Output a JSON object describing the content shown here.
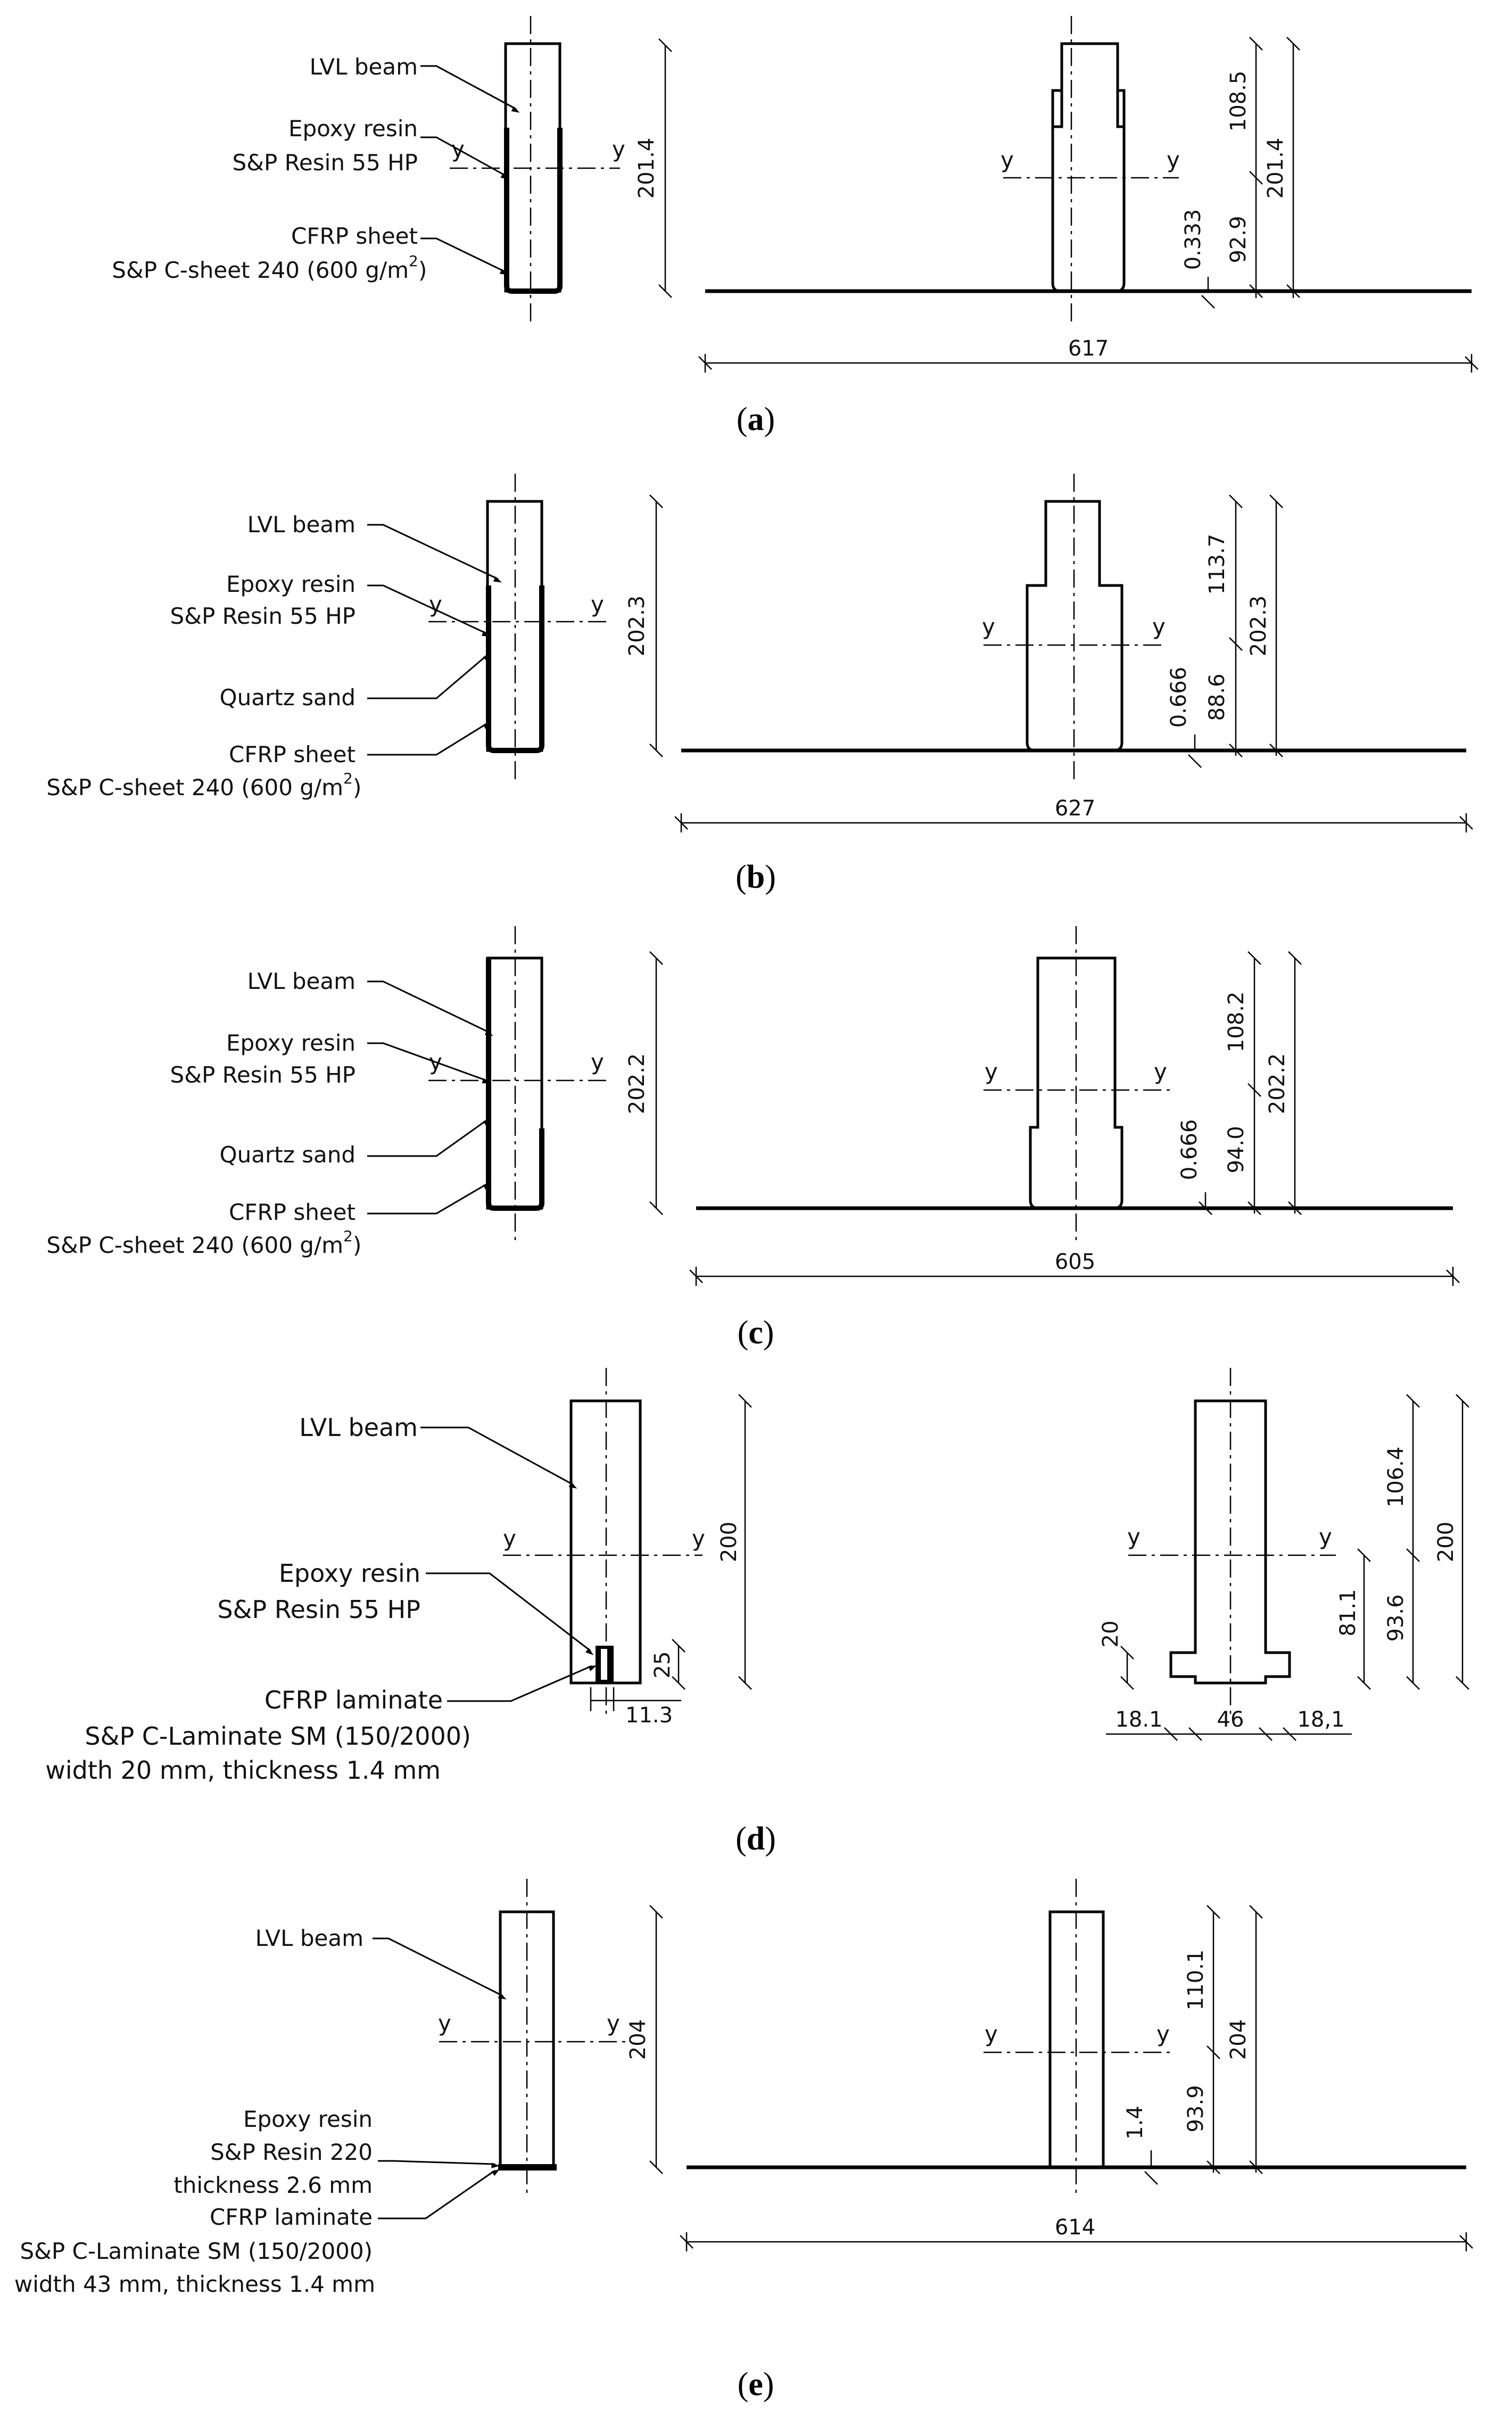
{
  "panels": {
    "a": {
      "caption": "a",
      "labels": [
        "LVL beam",
        "Epoxy resin",
        "S&P Resin 55 HP",
        "CFRP sheet",
        "S&P C-sheet 240 (600 g/m",
        "2",
        ")"
      ],
      "axis_y": "y",
      "dims": {
        "height_left": "201.4",
        "width": "617",
        "t": "0.333",
        "lower": "92.9",
        "upper": "108.5",
        "height_right": "201.4"
      }
    },
    "b": {
      "caption": "b",
      "labels": [
        "LVL beam",
        "Epoxy resin",
        "S&P Resin 55 HP",
        "Quartz sand",
        "CFRP sheet",
        "S&P C-sheet 240 (600 g/m",
        "2",
        ")"
      ],
      "axis_y": "y",
      "dims": {
        "height_left": "202.3",
        "width": "627",
        "t": "0.666",
        "lower": "88.6",
        "upper": "113.7",
        "height_right": "202.3"
      }
    },
    "c": {
      "caption": "c",
      "labels": [
        "LVL beam",
        "Epoxy resin",
        "S&P Resin 55 HP",
        "Quartz sand",
        "CFRP sheet",
        "S&P C-sheet 240 (600 g/m",
        "2",
        ")"
      ],
      "axis_y": "y",
      "dims": {
        "height_left": "202.2",
        "width": "605",
        "t": "0.666",
        "lower": "94.0",
        "upper": "108.2",
        "height_right": "202.2"
      }
    },
    "d": {
      "caption": "d",
      "labels": [
        "LVL beam",
        "Epoxy resin",
        "S&P Resin 55 HP",
        "CFRP laminate",
        "S&P C-Laminate SM (150/2000)",
        "width 20 mm, thickness 1.4 mm"
      ],
      "axis_y": "y",
      "dims": {
        "height_left": "200",
        "lam_h": "25",
        "lam_w": "11.3",
        "flange_h": "20",
        "na": "81.1",
        "lower": "93.6",
        "upper": "106.4",
        "height_right": "200",
        "w_left": "18.1",
        "w_mid": "46",
        "w_right": "18,1"
      }
    },
    "e": {
      "caption": "e",
      "labels": [
        "LVL beam",
        "Epoxy resin",
        "S&P Resin 220",
        "thickness 2.6 mm",
        "CFRP laminate",
        "S&P C-Laminate SM (150/2000)",
        "width 43 mm, thickness 1.4 mm"
      ],
      "axis_y": "y",
      "dims": {
        "height_left": "204",
        "width": "614",
        "t": "1.4",
        "lower": "93.9",
        "upper": "110.1",
        "height_right": "204"
      }
    }
  }
}
